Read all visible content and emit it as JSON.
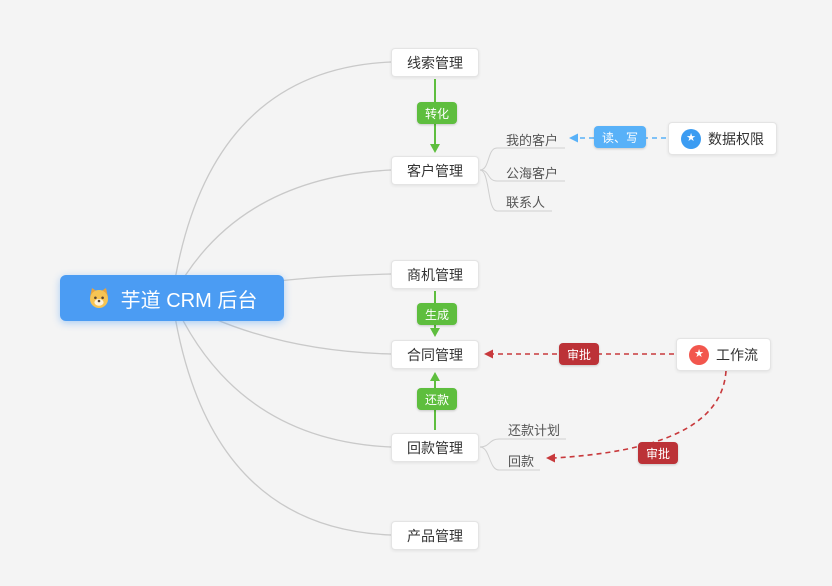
{
  "root": {
    "label": "芋道 CRM 后台"
  },
  "nodes": {
    "leads": {
      "label": "线索管理"
    },
    "customers": {
      "label": "客户管理"
    },
    "opportunity": {
      "label": "商机管理"
    },
    "contract": {
      "label": "合同管理"
    },
    "receivable": {
      "label": "回款管理"
    },
    "product": {
      "label": "产品管理"
    },
    "data_permission": {
      "label": "数据权限"
    },
    "workflow": {
      "label": "工作流"
    }
  },
  "children": {
    "customers": [
      "我的客户",
      "公海客户",
      "联系人"
    ],
    "receivable": [
      "还款计划",
      "回款"
    ]
  },
  "badges": {
    "convert": {
      "label": "转化"
    },
    "read_write": {
      "label": "读、写"
    },
    "generate": {
      "label": "生成"
    },
    "repay": {
      "label": "还款"
    },
    "approve_contract": {
      "label": "审批"
    },
    "approve_receivable": {
      "label": "审批"
    }
  },
  "icons": {
    "star": "★"
  },
  "colors": {
    "canvas_bg": "#f4f4f4",
    "root_bg": "#4b9cf3",
    "badge_green": "#5ebe3e",
    "badge_red": "#bc3237",
    "badge_blue": "#58b1f8",
    "icon_blue": "#3b9cf2",
    "icon_red": "#f2564d",
    "edge_gray": "#c9c9c9",
    "edge_red": "#c8393c"
  }
}
